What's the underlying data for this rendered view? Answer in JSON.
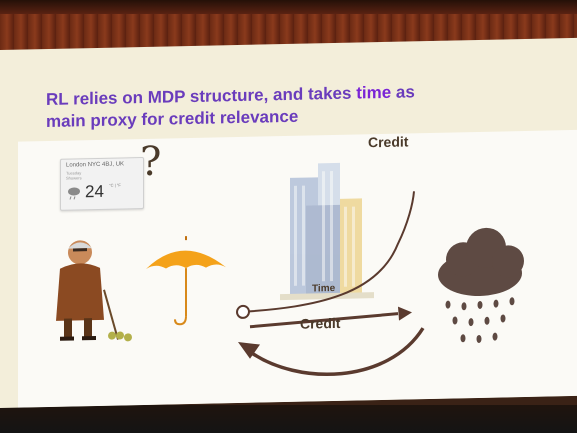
{
  "slide": {
    "title_prefix": "RL relies on MDP structure, and takes ",
    "title_highlight": "time",
    "title_middle": " as",
    "title_line2": "main proxy for credit relevance"
  },
  "weather_widget": {
    "location": "London NYC 4BJ, UK",
    "day": "Tuesday",
    "condition": "Showers",
    "temperature": "24",
    "unit": "°C | °F"
  },
  "diagram": {
    "question_mark": "?",
    "curve_label": "Credit",
    "forward_arrow_label": "Time",
    "return_arrow_label": "Credit"
  },
  "icons": [
    "grandpa-illustration",
    "umbrella-icon",
    "buildings-illustration",
    "rain-cloud-icon",
    "weather-icon"
  ],
  "colors": {
    "title": "#6a3cbc",
    "highlight": "#7a24d6",
    "arrow": "#5a3a2e",
    "umbrella": "#f4a21a",
    "cloud": "#5e4a43"
  }
}
